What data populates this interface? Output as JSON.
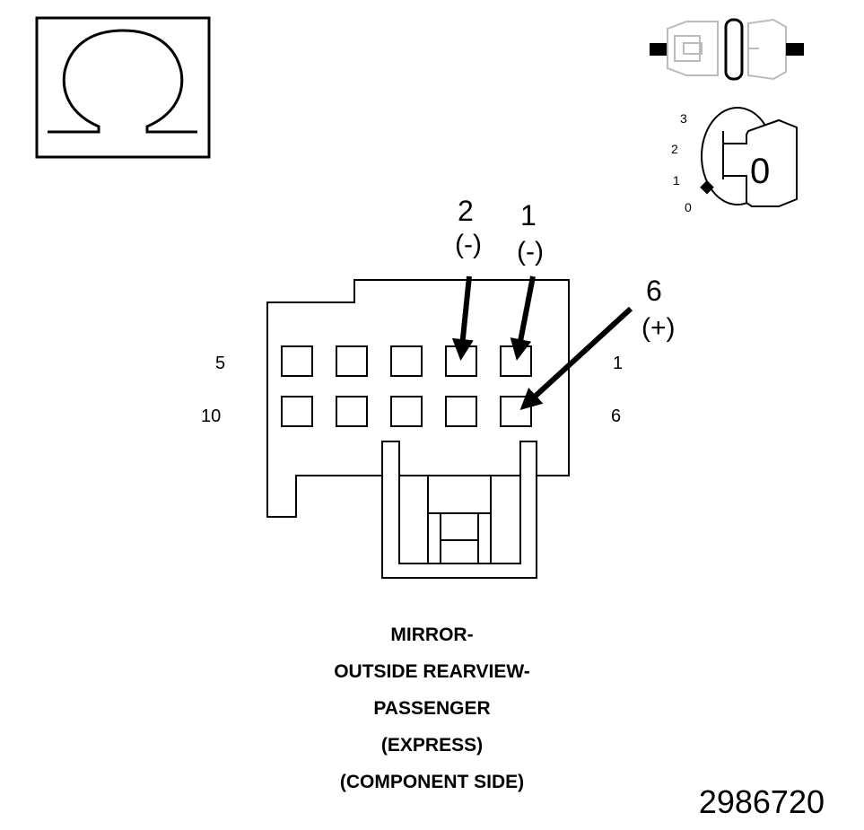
{
  "symbols": {
    "ohm_icon": "omega-symbol",
    "connector_icon": "connector-disconnected",
    "ignition_icon": "ignition-key-off"
  },
  "ignition": {
    "positions": [
      "3",
      "2",
      "1",
      "0"
    ],
    "key_label": "0"
  },
  "connector": {
    "row_labels": {
      "top_left": "5",
      "top_right": "1",
      "bottom_left": "10",
      "bottom_right": "6"
    }
  },
  "probes": [
    {
      "pin": "2",
      "polarity": "(-)"
    },
    {
      "pin": "1",
      "polarity": "(-)"
    },
    {
      "pin": "6",
      "polarity": "(+)"
    }
  ],
  "caption": {
    "lines": [
      "MIRROR-",
      "OUTSIDE REARVIEW-",
      "PASSENGER",
      "(EXPRESS)",
      "(COMPONENT SIDE)"
    ]
  },
  "document_number": "2986720"
}
